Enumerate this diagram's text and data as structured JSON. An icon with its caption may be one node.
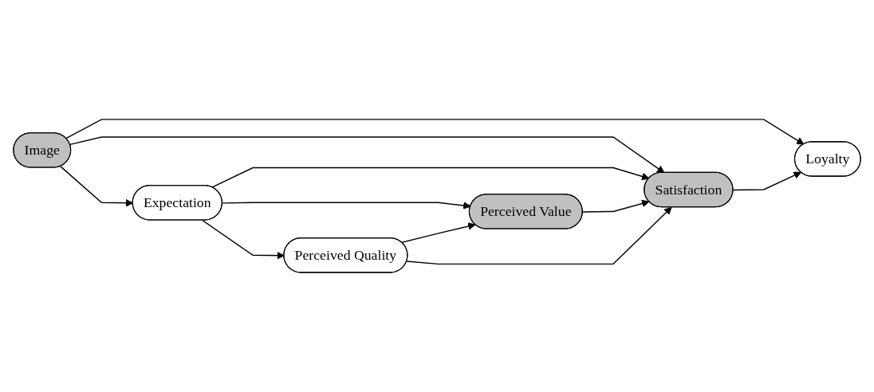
{
  "diagram": {
    "nodes": [
      {
        "text": [
          "Expectation"
        ]
      },
      {
        "text": [
          "Image"
        ]
      },
      {
        "text": [
          "Loyalty"
        ]
      },
      {
        "text": [
          "Perceived Value"
        ]
      },
      {
        "text": [
          "Satisfaction"
        ]
      },
      {
        "text": [
          "Perceived Quality"
        ]
      }
    ],
    "edges": [
      {
        "from": 1,
        "to": 0,
        "arrow": "to"
      },
      {
        "from": 1,
        "to": 2,
        "arrow": "to"
      },
      {
        "from": 1,
        "to": 4,
        "arrow": "to"
      },
      {
        "from": 0,
        "to": 5,
        "arrow": "to"
      },
      {
        "from": 0,
        "to": 3,
        "arrow": "to"
      },
      {
        "from": 0,
        "to": 4,
        "arrow": "to"
      },
      {
        "from": 3,
        "to": 4,
        "arrow": "to"
      },
      {
        "from": 5,
        "to": 3,
        "arrow": "to"
      },
      {
        "from": 5,
        "to": 4,
        "arrow": "to"
      },
      {
        "from": 4,
        "to": 2,
        "arrow": "to"
      }
    ]
  }
}
